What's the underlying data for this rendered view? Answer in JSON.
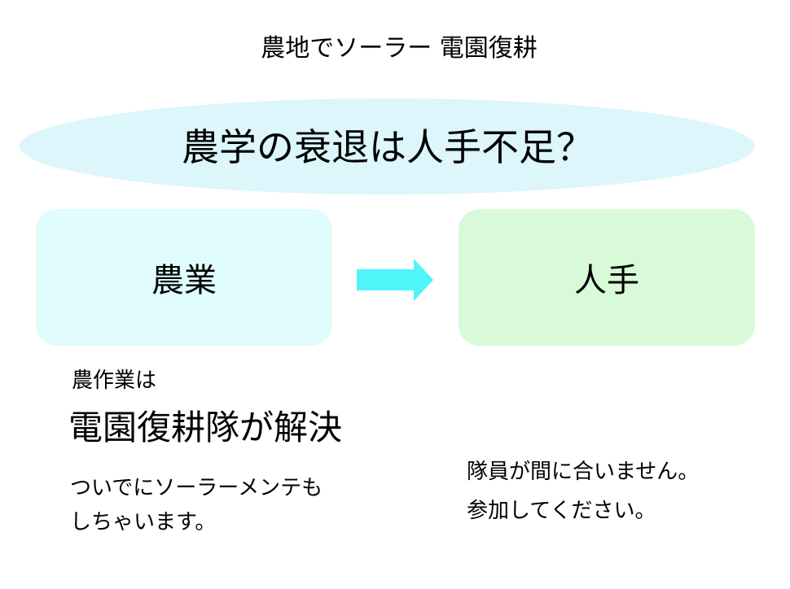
{
  "slide": {
    "title": "農地でソーラー 電園復耕",
    "banner_text": "農学の衰退は人手不足？",
    "box_left_label": "農業",
    "box_right_label": "人手",
    "lead_text": "農作業は",
    "headline": "電園復耕隊が解決",
    "left_note_line1": "ついでにソーラーメンテも",
    "left_note_line2": "しちゃいます。",
    "right_note_line1": "隊員が間に合いません。",
    "right_note_line2": "参加してください。"
  },
  "colors": {
    "banner_fill": "#dcf6fb",
    "box_left_fill": "#e0fcfd",
    "box_right_fill": "#d9fad8",
    "arrow_fill": "#4ff5f8"
  },
  "icons": {
    "arrow": "right-arrow-icon"
  }
}
